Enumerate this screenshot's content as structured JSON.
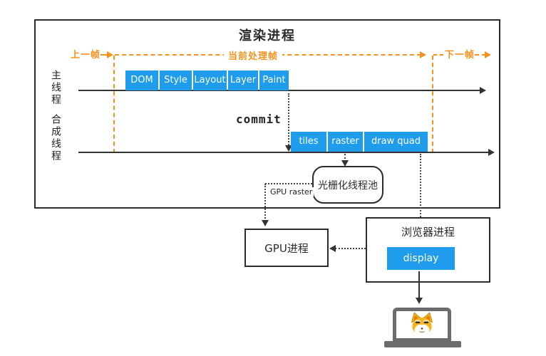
{
  "colors": {
    "blue": "#1f9ceb",
    "orange": "#f5921e",
    "ink": "#2b2b2b",
    "laptop": "#6b6b6b"
  },
  "render_process": {
    "title": "渲染进程",
    "frame_markers": {
      "prev": "上一帧",
      "current": "当前处理帧",
      "next": "下一帧"
    },
    "main_thread": {
      "label": "主线程",
      "stages": [
        "DOM",
        "Style",
        "Layout",
        "Layer",
        "Paint"
      ]
    },
    "commit_label": "commit",
    "compositor_thread": {
      "label": "合成线程",
      "stages": [
        "tiles",
        "raster",
        "draw quad"
      ]
    },
    "raster_pool_label": "光栅化线程池",
    "gpu_raster_label": "GPU raster"
  },
  "gpu_process": {
    "label": "GPU进程"
  },
  "browser_process": {
    "label": "浏览器进程",
    "display_label": "display"
  }
}
